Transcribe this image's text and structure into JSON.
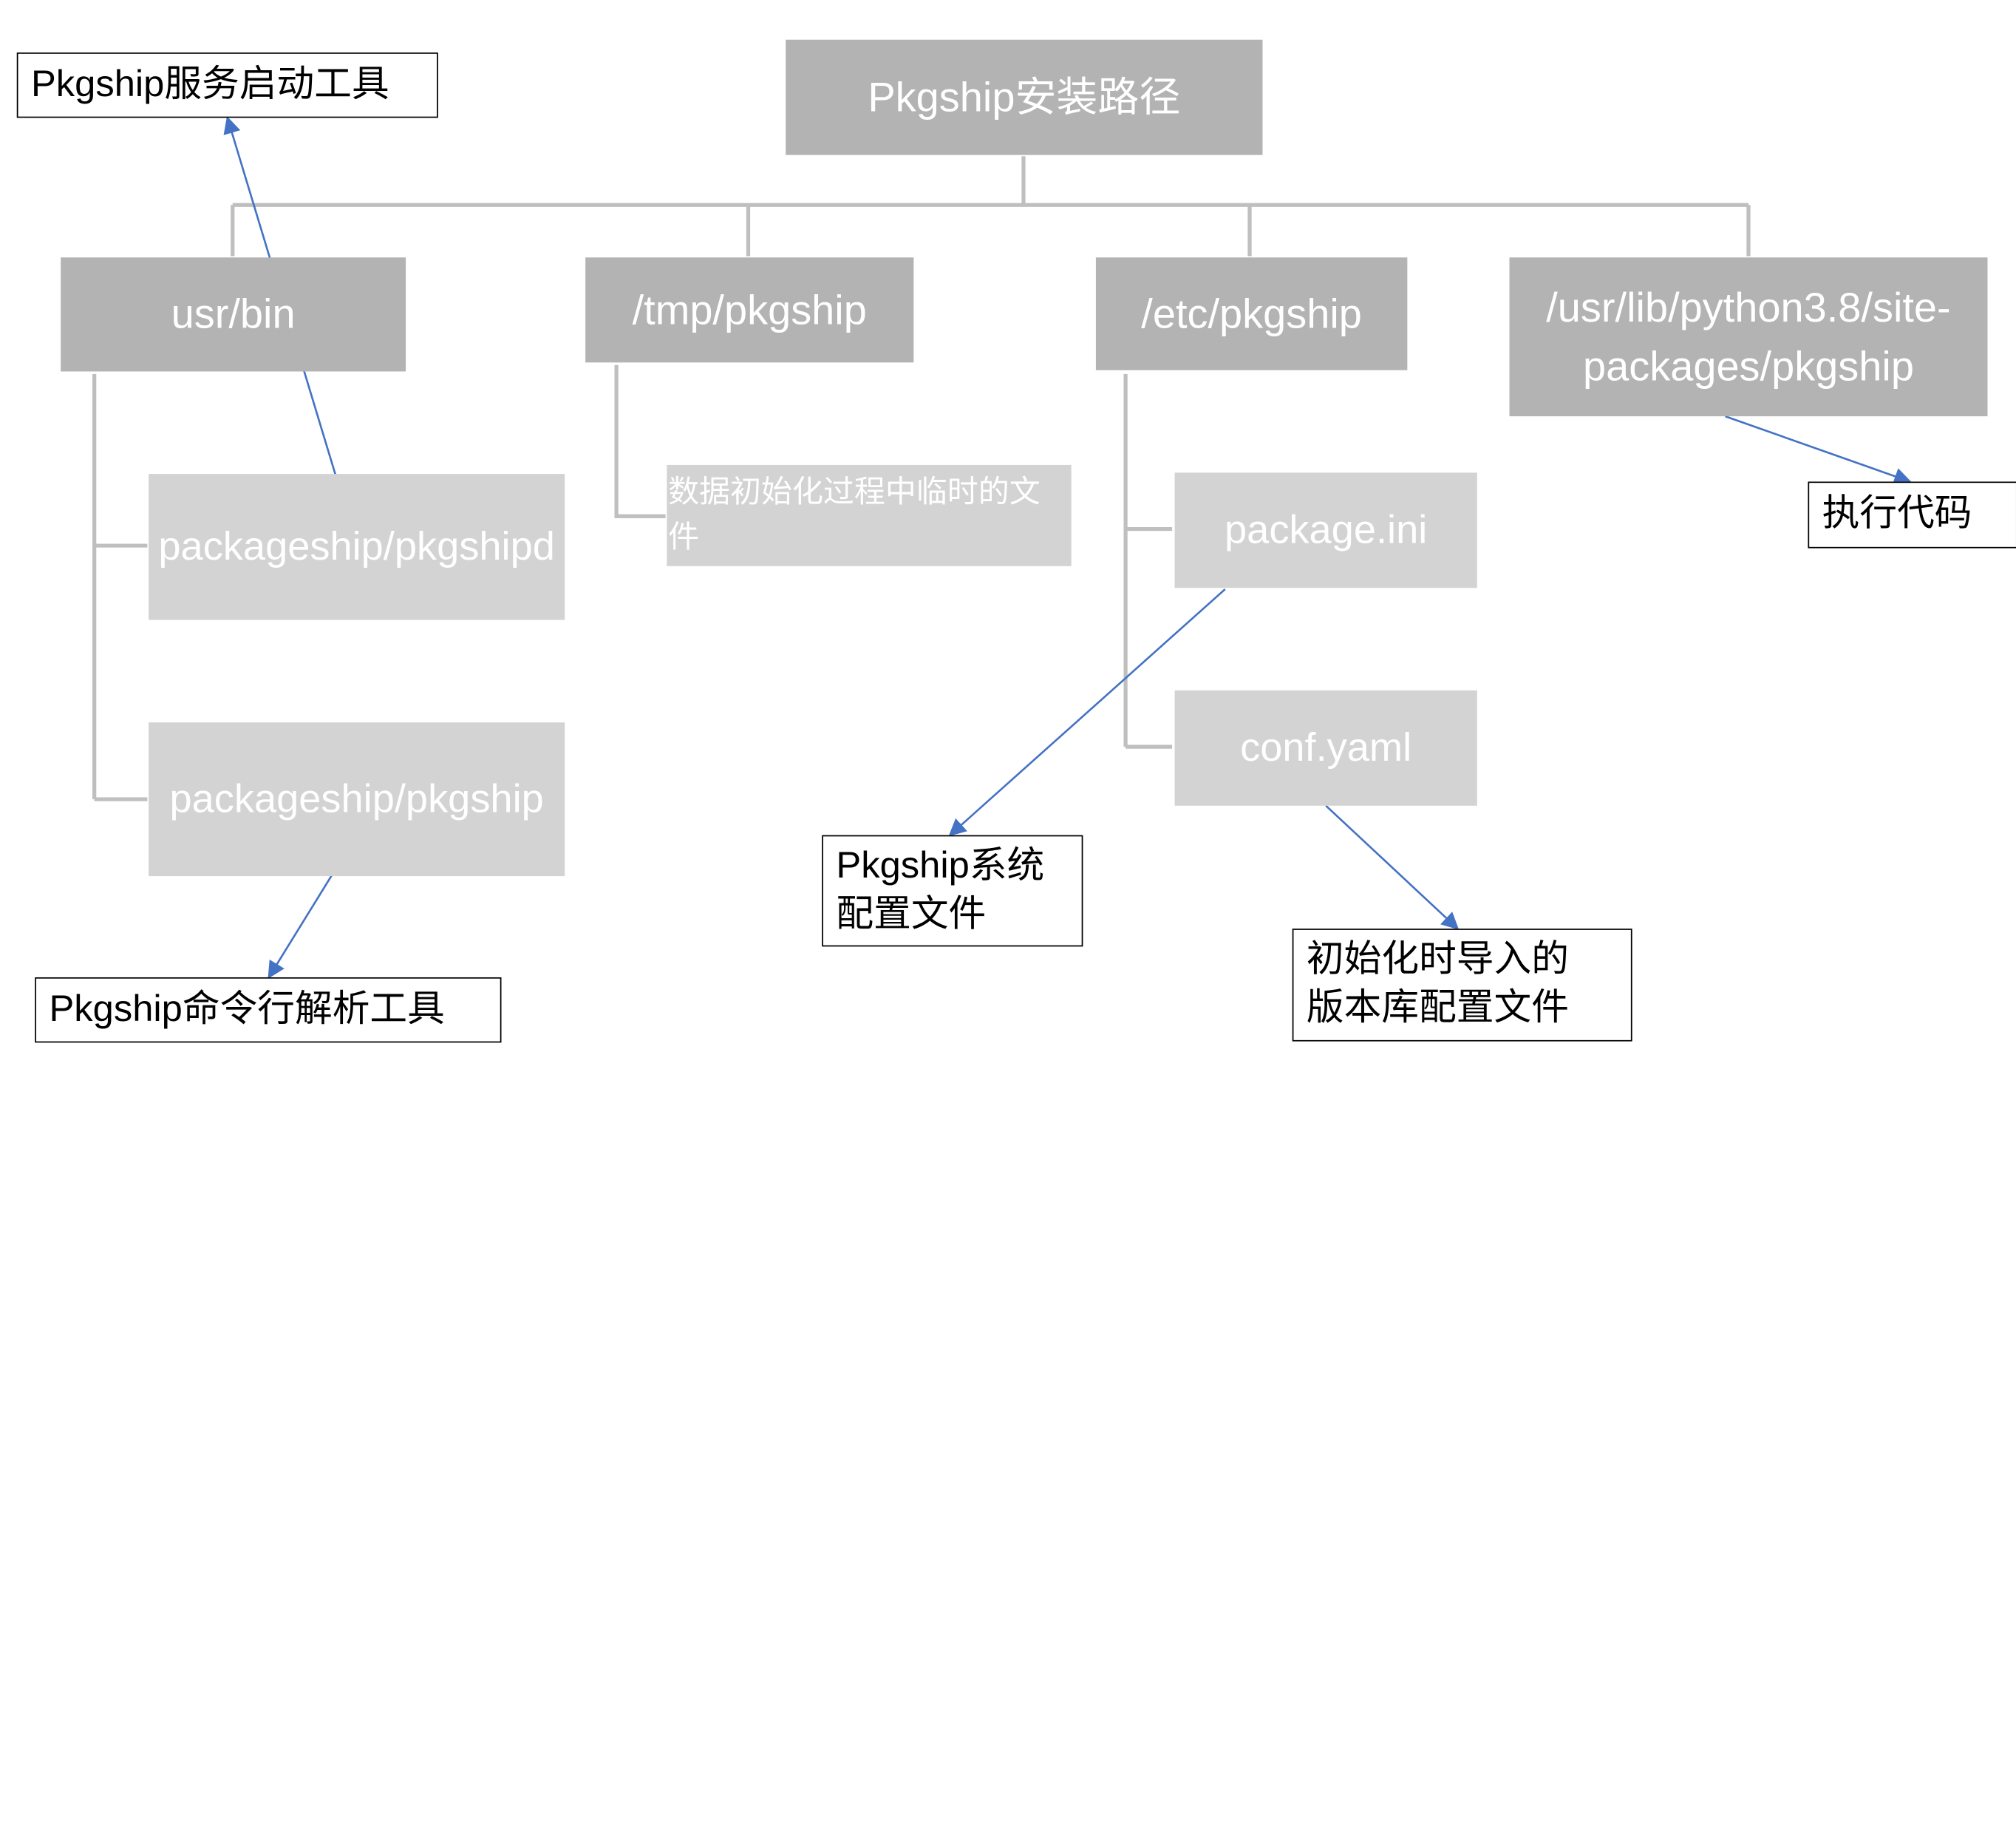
{
  "root": {
    "label": "Pkgship安装路径"
  },
  "branches": {
    "usr_bin": "usr/bin",
    "tmp_pkgship": "/tmp/pkgship",
    "etc_pkgship": "/etc/pkgship",
    "site_packages": "/usr/lib/python3.8/site-\npackages/pkgship"
  },
  "leaves": {
    "pkgshipd": "packageship/pkgshipd",
    "pkgship": "packageship/pkgship",
    "tmp_desc": "数据初始化过程中临时的文\n件",
    "package_ini": "package.ini",
    "conf_yaml": "conf.yaml"
  },
  "notes": {
    "service_tool": "Pkgship服务启动工具",
    "cli_tool": "Pkgship命令行解析工具",
    "system_config": "Pkgship系统\n配置文件",
    "repo_config": "初始化时导入的\n版本库配置文件",
    "exec_code": "执行代码"
  },
  "colors": {
    "dark_box": "#b3b3b3",
    "light_box": "#d3d3d3",
    "connector": "#bfbfbf",
    "arrow": "#4472c4"
  }
}
